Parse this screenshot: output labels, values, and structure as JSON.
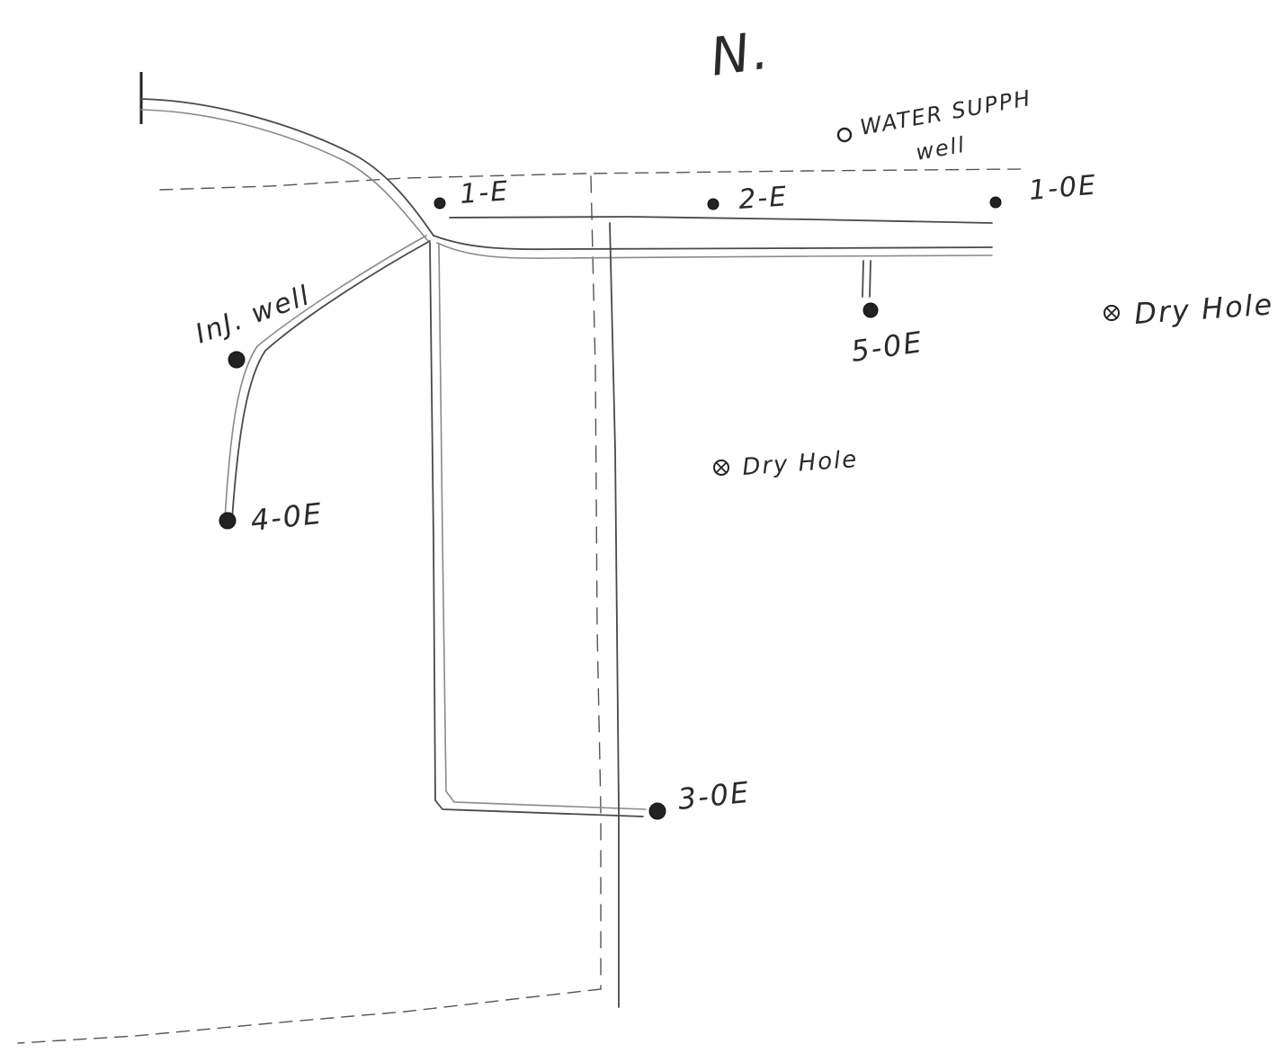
{
  "north_label": "N.",
  "wells": {
    "w1e": "1-E",
    "w2e": "2-E",
    "w10e": "1-0E",
    "w5oe": "5-0E",
    "w4oe": "4-0E",
    "w3oe": "3-0E"
  },
  "water_supply": {
    "line1": "WATER SUPPH",
    "line2": "well"
  },
  "injection_well": "InJ. well",
  "dry_hole_east": "Dry Hole",
  "dry_hole_center": "Dry Hole"
}
